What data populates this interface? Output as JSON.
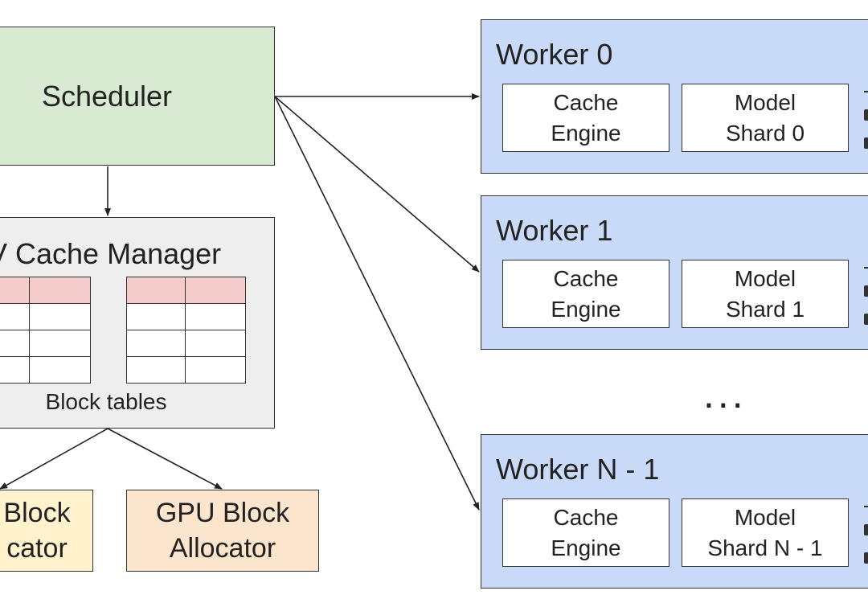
{
  "scheduler": {
    "label": "Scheduler"
  },
  "kv_cache_manager": {
    "title": "V Cache Manager",
    "caption": "Block tables"
  },
  "allocators": {
    "cpu": {
      "line1": "Block",
      "line2": "cator"
    },
    "gpu": {
      "line1": "GPU Block",
      "line2": "Allocator"
    }
  },
  "workers": [
    {
      "title": "Worker 0",
      "cache_line1": "Cache",
      "cache_line2": "Engine",
      "model_line1": "Model",
      "model_line2": "Shard 0"
    },
    {
      "title": "Worker 1",
      "cache_line1": "Cache",
      "cache_line2": "Engine",
      "model_line1": "Model",
      "model_line2": "Shard 1"
    },
    {
      "title": "Worker N - 1",
      "cache_line1": "Cache",
      "cache_line2": "Engine",
      "model_line1": "Model",
      "model_line2": "Shard N - 1"
    }
  ],
  "ellipsis": "...",
  "colors": {
    "scheduler": "#d9ead3",
    "kv_manager": "#eeeeee",
    "table_header": "#f4cccc",
    "cpu_allocator": "#fff2cc",
    "gpu_allocator": "#fce5cd",
    "worker": "#c9daf8"
  }
}
